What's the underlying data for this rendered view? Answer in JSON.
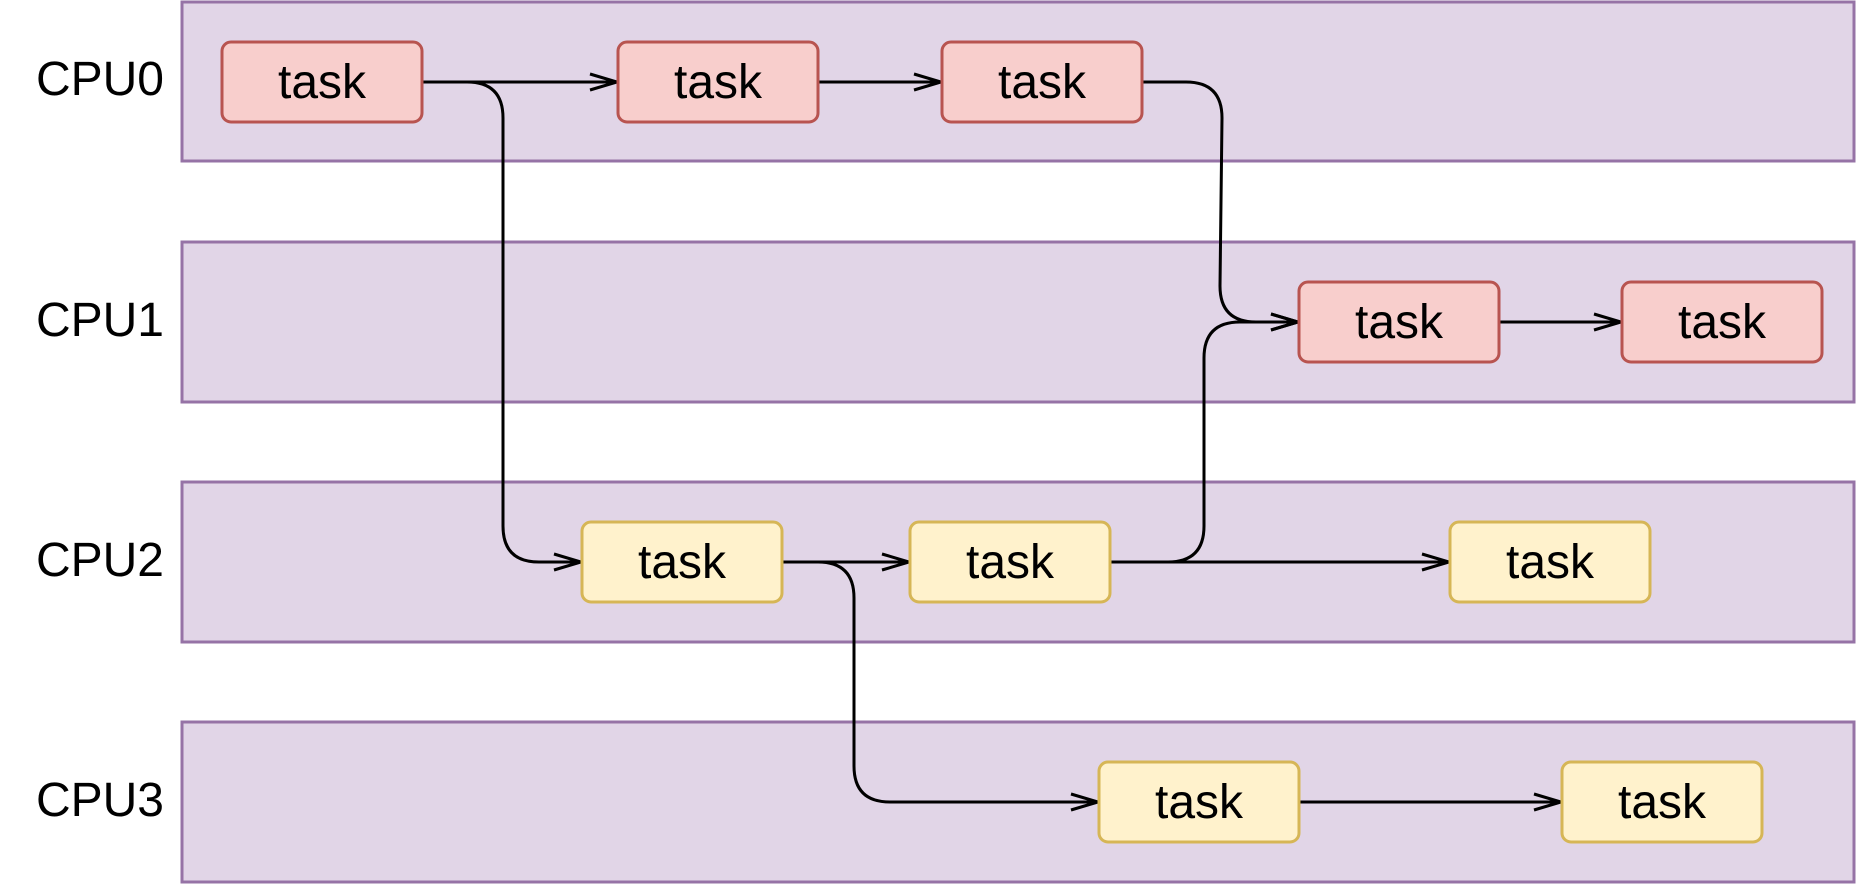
{
  "colors": {
    "lane_fill": "#e1d5e7",
    "lane_stroke": "#9673a6",
    "red_fill": "#f8cecc",
    "red_stroke": "#b85450",
    "yellow_fill": "#fff2cc",
    "yellow_stroke": "#d6b656",
    "edge": "#000000"
  },
  "lanes": [
    {
      "id": "cpu0",
      "label": "CPU0"
    },
    {
      "id": "cpu1",
      "label": "CPU1"
    },
    {
      "id": "cpu2",
      "label": "CPU2"
    },
    {
      "id": "cpu3",
      "label": "CPU3"
    }
  ],
  "tasks": [
    {
      "id": "t0a",
      "label": "task",
      "lane": "CPU0",
      "color": "red"
    },
    {
      "id": "t0b",
      "label": "task",
      "lane": "CPU0",
      "color": "red"
    },
    {
      "id": "t0c",
      "label": "task",
      "lane": "CPU0",
      "color": "red"
    },
    {
      "id": "t1a",
      "label": "task",
      "lane": "CPU1",
      "color": "red"
    },
    {
      "id": "t1b",
      "label": "task",
      "lane": "CPU1",
      "color": "red"
    },
    {
      "id": "t2a",
      "label": "task",
      "lane": "CPU2",
      "color": "yellow"
    },
    {
      "id": "t2b",
      "label": "task",
      "lane": "CPU2",
      "color": "yellow"
    },
    {
      "id": "t2c",
      "label": "task",
      "lane": "CPU2",
      "color": "yellow"
    },
    {
      "id": "t3a",
      "label": "task",
      "lane": "CPU3",
      "color": "yellow"
    },
    {
      "id": "t3b",
      "label": "task",
      "lane": "CPU3",
      "color": "yellow"
    }
  ],
  "edges": [
    {
      "from": "t0a",
      "to": "t0b"
    },
    {
      "from": "t0a",
      "to": "t2a"
    },
    {
      "from": "t0b",
      "to": "t0c"
    },
    {
      "from": "t0c",
      "to": "t1a"
    },
    {
      "from": "t1a",
      "to": "t1b"
    },
    {
      "from": "t2a",
      "to": "t2b"
    },
    {
      "from": "t2a",
      "to": "t3a"
    },
    {
      "from": "t2b",
      "to": "t1a"
    },
    {
      "from": "t2b",
      "to": "t2c"
    },
    {
      "from": "t3a",
      "to": "t3b"
    }
  ]
}
